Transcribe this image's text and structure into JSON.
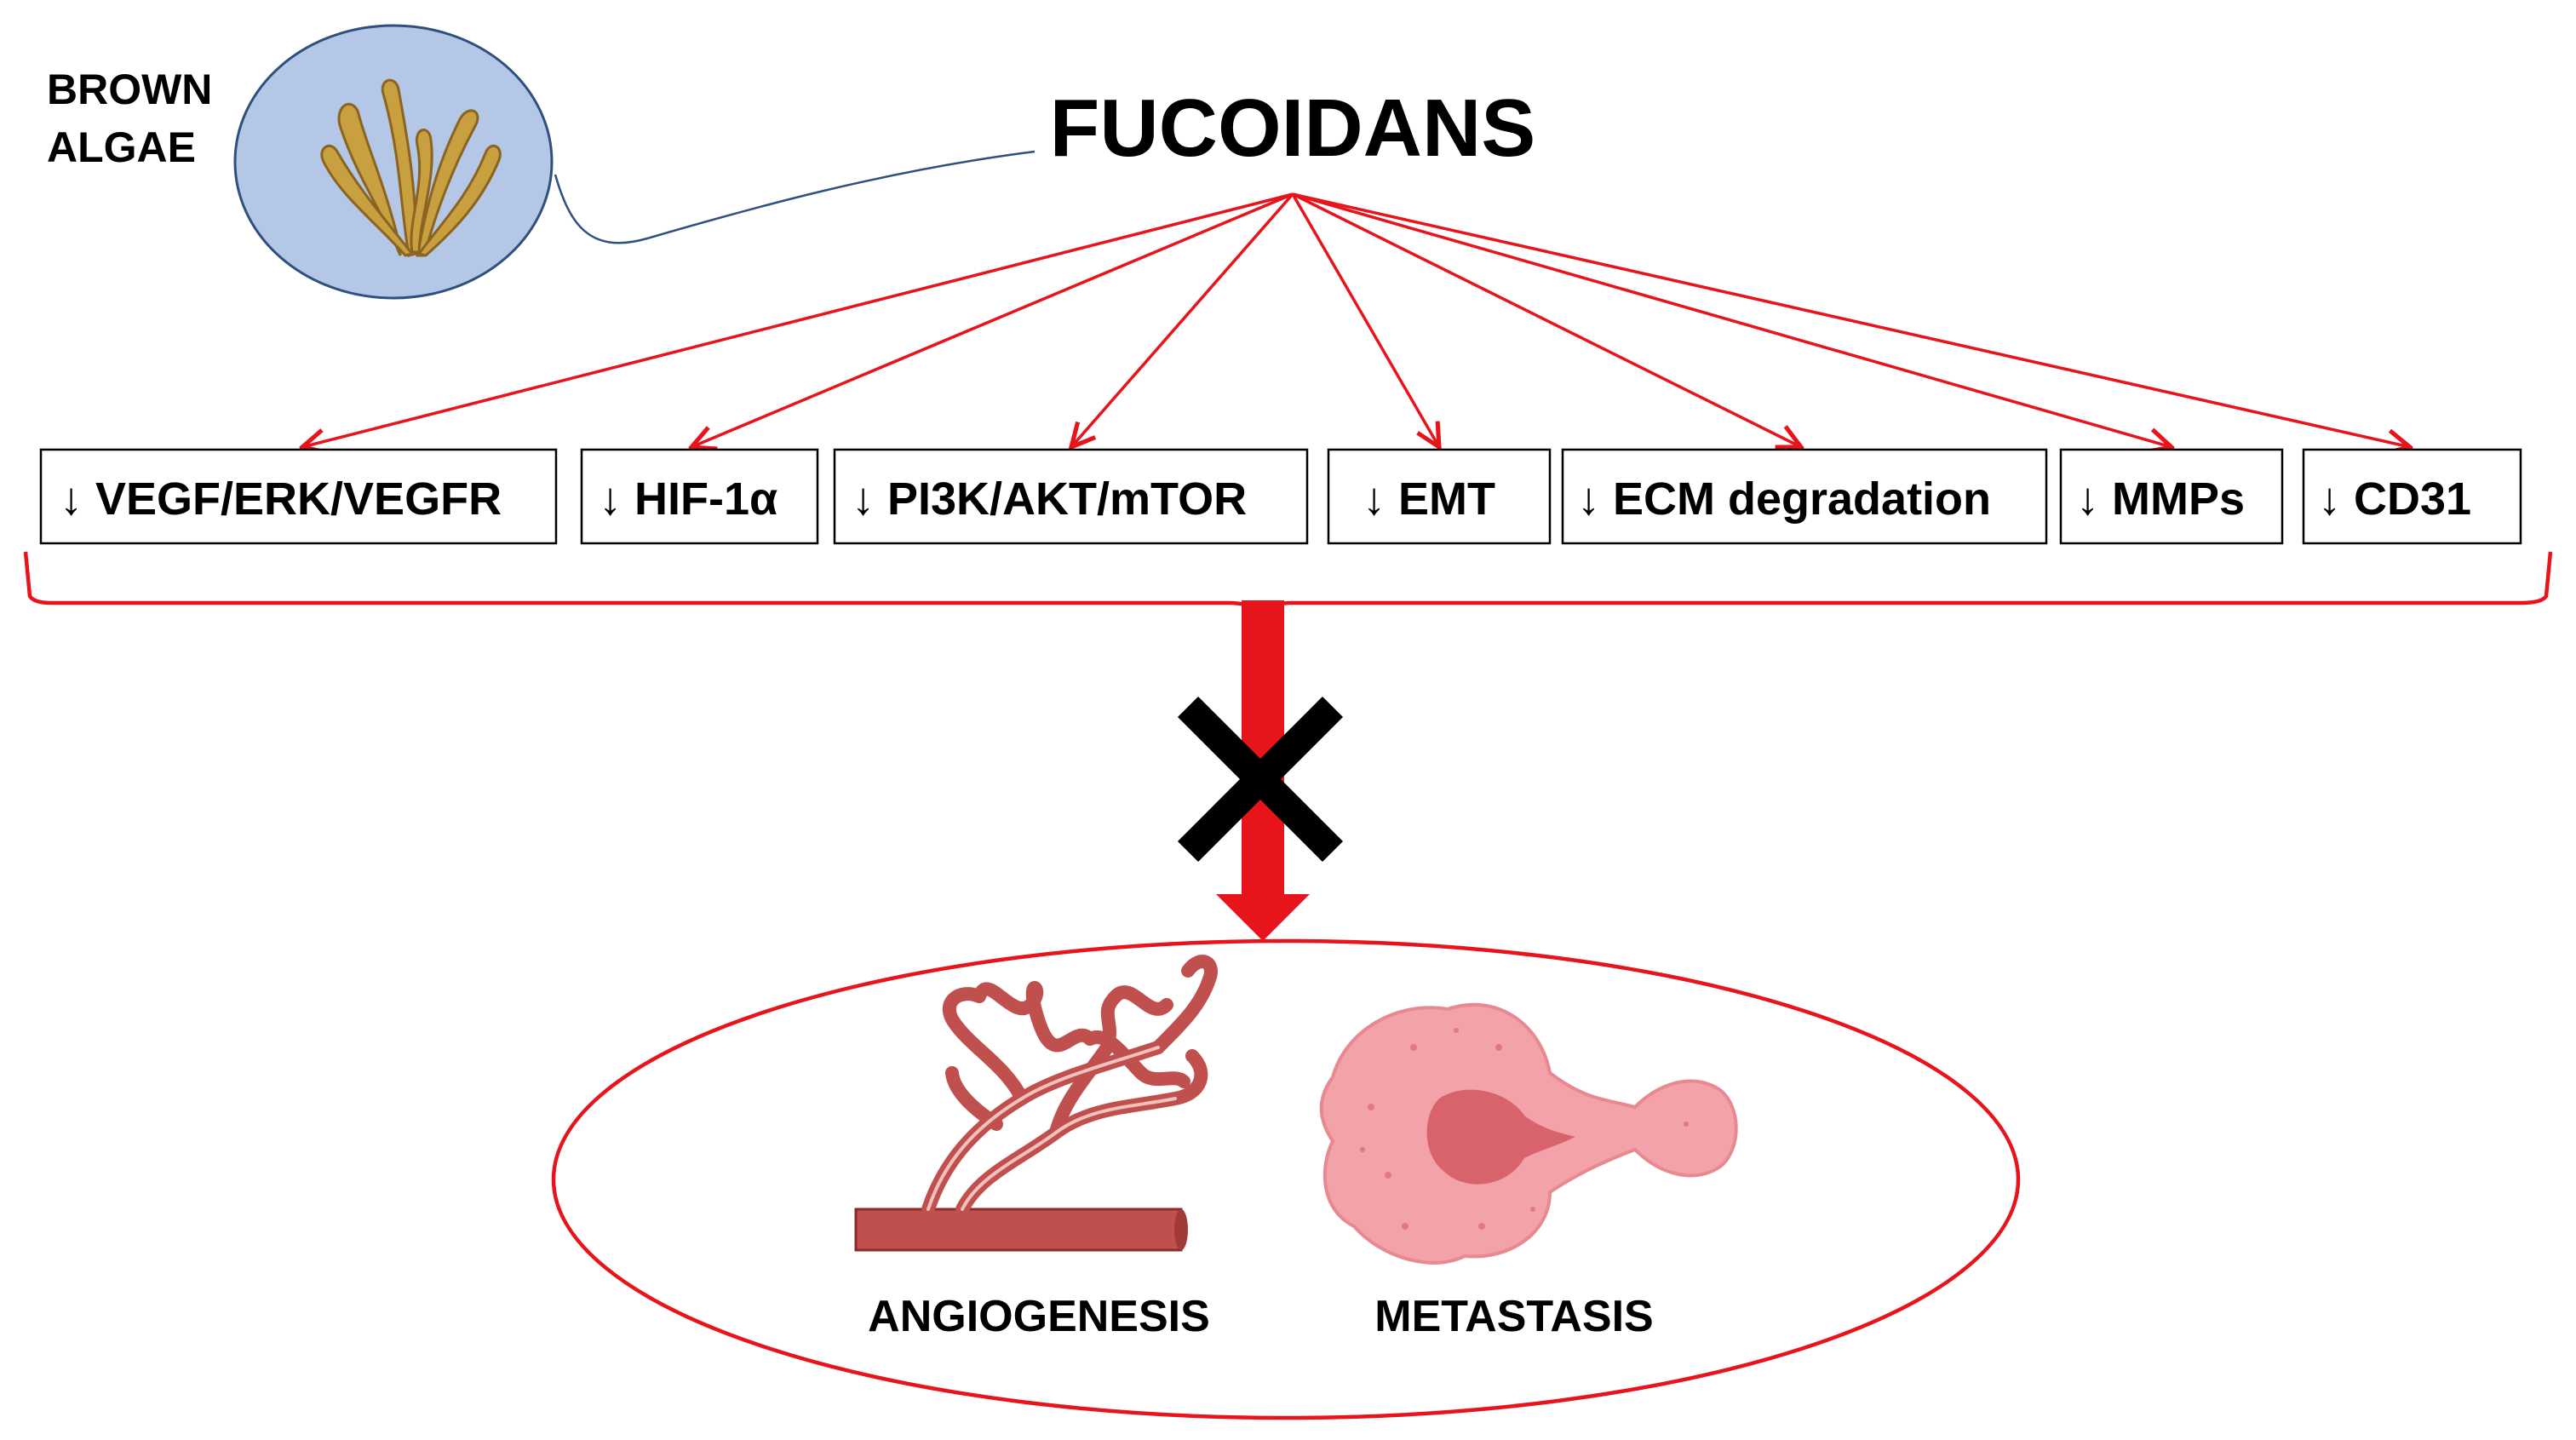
{
  "source": {
    "label_line1": "BROWN",
    "label_line2": "ALGAE"
  },
  "title": "FUCOIDANS",
  "targets": [
    {
      "text": "↓ VEGF/ERK/VEGFR"
    },
    {
      "text": "↓ HIF-1α"
    },
    {
      "text": "↓ PI3K/AKT/mTOR"
    },
    {
      "text": "↓ EMT"
    },
    {
      "text": "↓ ECM degradation"
    },
    {
      "text": "↓ MMPs"
    },
    {
      "text": "↓ CD31"
    }
  ],
  "outcomes": {
    "left": "ANGIOGENESIS",
    "right": "METASTASIS"
  },
  "colors": {
    "arrow": "#e8141c",
    "circle_fill": "#b4c7e7",
    "circle_stroke": "#2f4f7f",
    "vessel": "#c0504d",
    "cell": "#f2a2a8",
    "nucleus": "#d9636d"
  }
}
